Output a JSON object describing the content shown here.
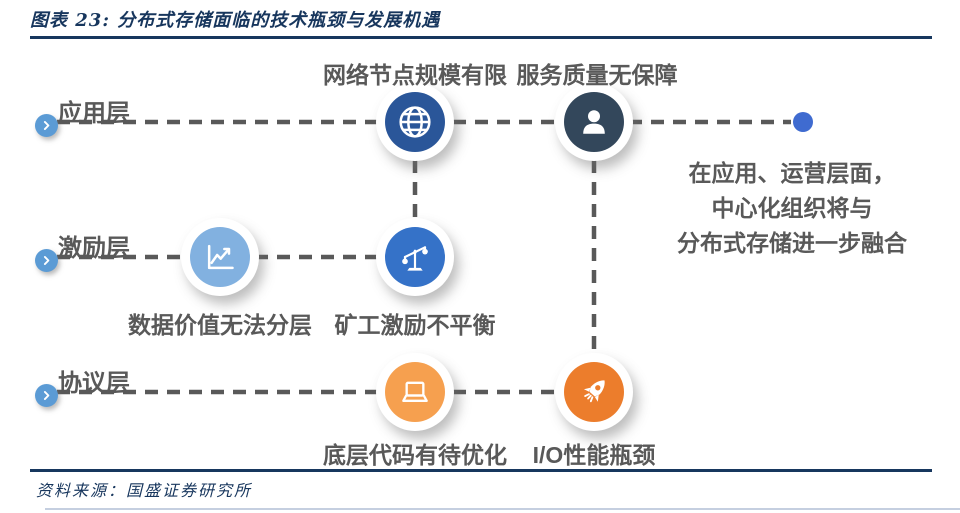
{
  "figure": {
    "title": "图表 23: 分布式存储面临的技术瓶颈与发展机遇",
    "source": "资料来源：国盛证券研究所"
  },
  "layers": [
    {
      "label": "应用层"
    },
    {
      "label": "激励层"
    },
    {
      "label": "协议层"
    }
  ],
  "nodes": [
    {
      "icon": "globe-icon",
      "label": "网络节点规模有限"
    },
    {
      "icon": "user-icon",
      "label": "服务质量无保障"
    },
    {
      "icon": "line-chart-icon",
      "label": "数据价值无法分层"
    },
    {
      "icon": "balance-scale-icon",
      "label": "矿工激励不平衡"
    },
    {
      "icon": "laptop-icon",
      "label": "底层代码有待优化"
    },
    {
      "icon": "rocket-icon",
      "label": "I/O性能瓶颈"
    }
  ],
  "annotation": {
    "lines": [
      "在应用、运营层面，",
      "中心化组织将与",
      "分布式存储进一步融合"
    ]
  },
  "colors": {
    "title_navy": "#17365d",
    "rule_navy": "#17375e",
    "label_gray": "#595959",
    "connector_gray": "#595959",
    "node_globe": "#2a5699",
    "node_user": "#33475b",
    "node_chart": "#82b1e0",
    "node_scale": "#3572c8",
    "node_laptop": "#f6a04f",
    "node_rocket": "#ec7d2c",
    "chevron_blue": "#5b9bd5",
    "end_dot_blue": "#3f6bd0",
    "icon_white": "#ffffff"
  }
}
